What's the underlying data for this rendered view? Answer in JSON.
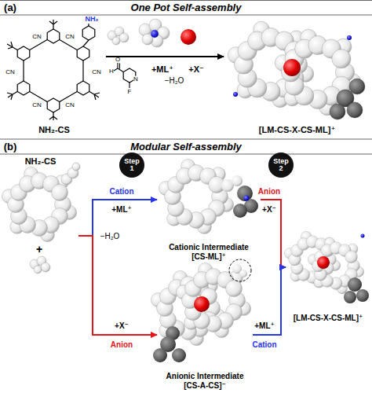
{
  "diagram": {
    "nodes": [
      {
        "text": [
          "NH₂-CS"
        ]
      },
      {
        "text": [
          "[LM-CS-X-CS-ML]⁺"
        ]
      },
      {
        "text": [
          "NH₂-CS"
        ]
      },
      {
        "text": [
          "Step 1"
        ]
      },
      {
        "text": [
          "Cationic Intermediate",
          "[CS-ML]⁺"
        ]
      },
      {
        "text": [
          "Anionic Intermediate",
          "[CS-A-CS]⁻"
        ]
      },
      {
        "text": [
          "Step 2"
        ]
      },
      {
        "text": [
          "[LM-CS-X-CS-ML]⁺"
        ]
      }
    ],
    "edges": [
      {
        "from": 0,
        "to": 1,
        "arrow": "to",
        "label": "−H₂O"
      },
      {
        "from": 2,
        "to": 4,
        "arrow": "to",
        "label": "Cation"
      },
      {
        "from": 2,
        "to": 5,
        "arrow": "to",
        "label": "Anion"
      },
      {
        "from": 4,
        "to": 7,
        "arrow": "to",
        "label": "Anion"
      },
      {
        "from": 5,
        "to": 7,
        "arrow": "to",
        "label": "Cation"
      }
    ],
    "labels": [
      "(a)",
      "One Pot Self-assembly",
      "NH₂",
      "CN",
      "CN",
      "CN",
      "CN",
      "CN",
      "CN",
      "O",
      "H",
      "N",
      "F",
      "+ML⁺",
      "+X⁻",
      "(b)",
      "Modular Self-assembly",
      "+",
      "−H₂O",
      "+ML⁺",
      "+X⁻",
      "+X⁻",
      "+ML⁺"
    ]
  }
}
